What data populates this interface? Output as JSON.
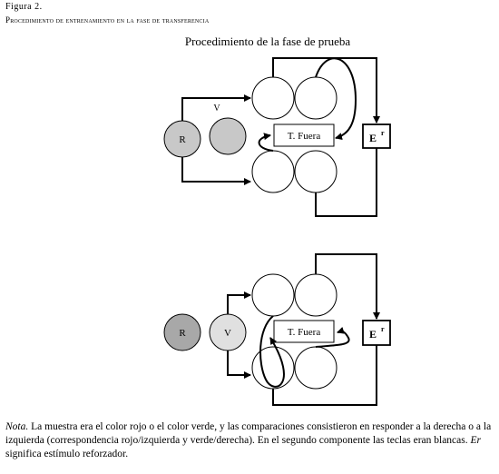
{
  "figure": {
    "label": "Figura 2.",
    "caption": "Procedimiento de entrenamiento en la fase de transferencia"
  },
  "diagram": {
    "title": "Procedimiento de la fase de prueba",
    "top_panel": {
      "sample_r": "R",
      "sample_v_label": "V",
      "timeout": "T. Fuera",
      "reinforcer": "E",
      "reinforcer_sup": "r"
    },
    "bottom_panel": {
      "sample_r": "R",
      "sample_v": "V",
      "timeout": "T. Fuera",
      "reinforcer": "E",
      "reinforcer_sup": "r"
    }
  },
  "note": {
    "lead": "Nota.",
    "text": " La muestra era el color rojo o el color verde, y las comparaciones consistieron en responder a la derecha o a la izquierda (correspondencia rojo/izquierda y verde/derecha). En el segundo componente las teclas eran blancas. ",
    "er_term": "Er",
    "tail": " significa estímulo reforzador."
  },
  "colors": {
    "sample_gray": "#c8c8c8",
    "sample_dark_gray": "#a8a8a8",
    "sample_light_gray": "#e0e0e0",
    "line": "#000000"
  }
}
